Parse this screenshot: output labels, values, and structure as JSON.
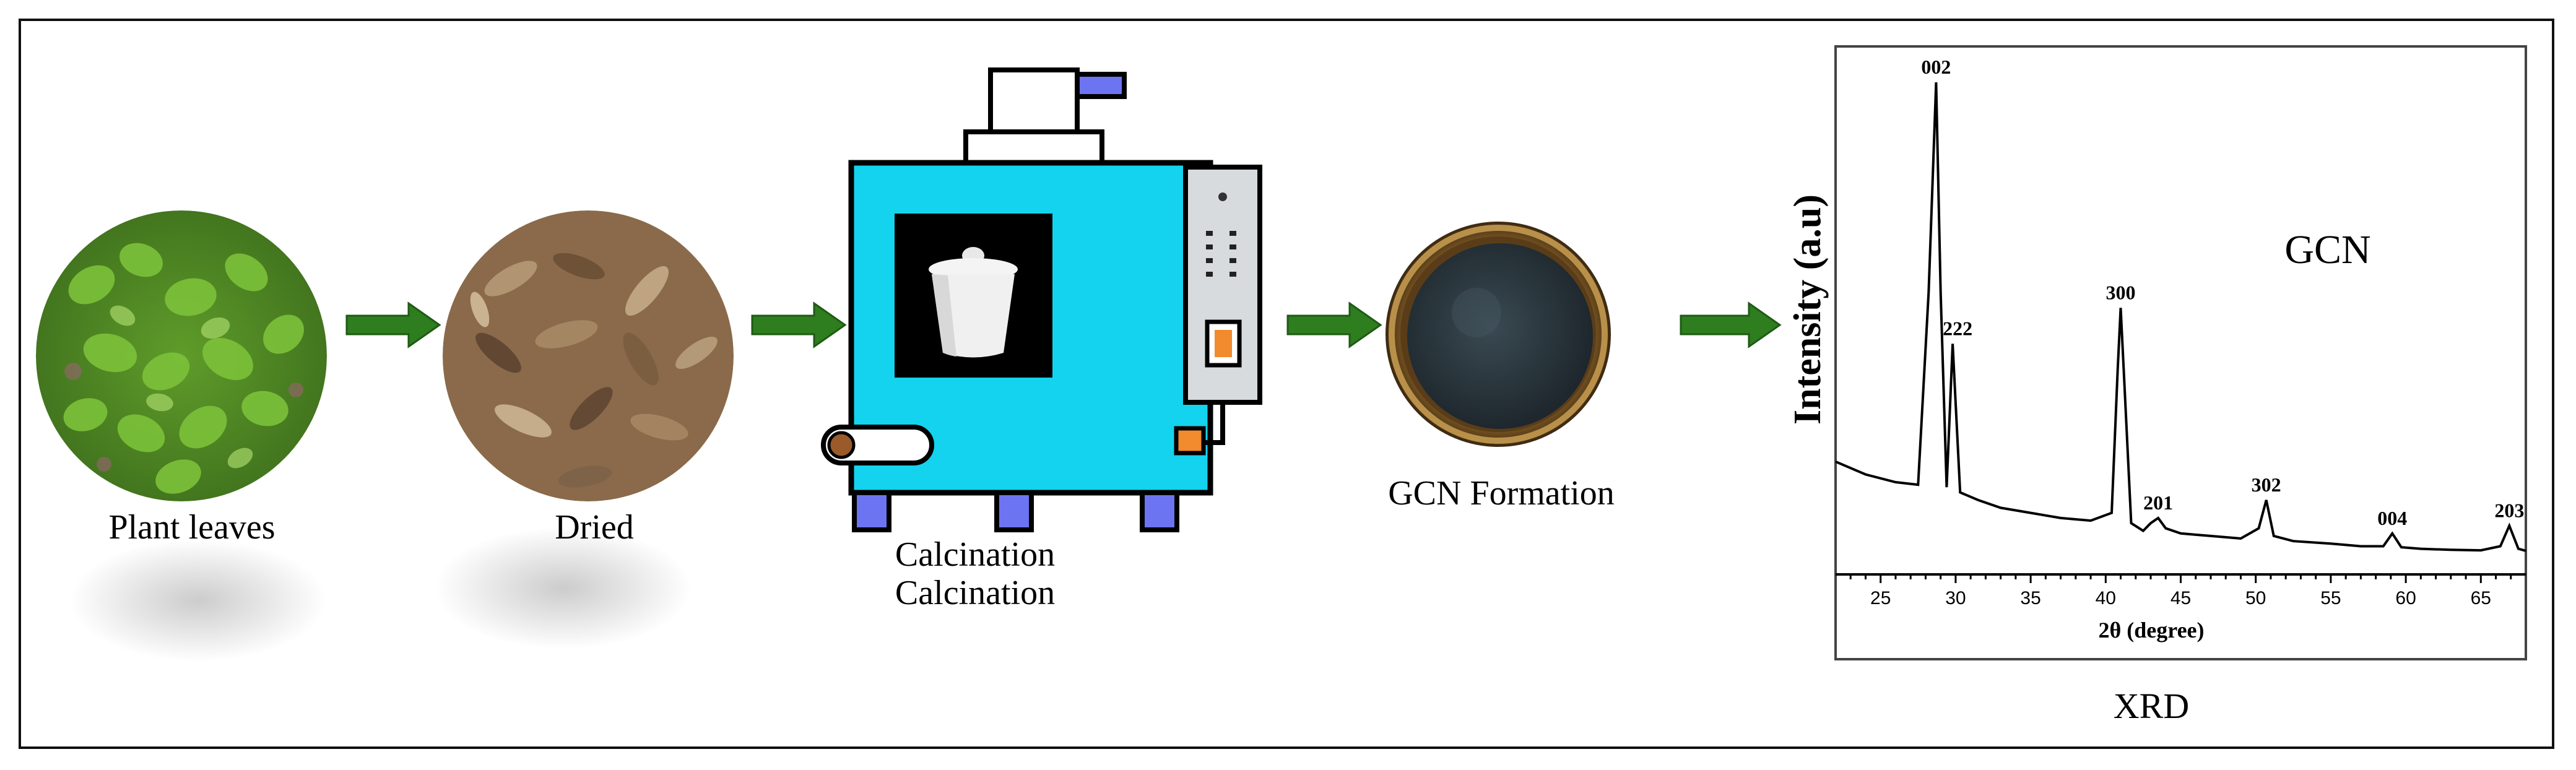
{
  "steps": {
    "leaves_label": "Plant leaves",
    "dried_label": "Dried",
    "calcination_label_1": "Calcination",
    "calcination_label_2": "Calcination",
    "gcn_label": "GCN  Formation",
    "xrd_label": "XRD"
  },
  "colors": {
    "arrow": "#2e7d1f",
    "furnace_body": "#13d3ee",
    "furnace_accent": "#6d74f2",
    "orange": "#f28a2e",
    "panel": "#d7dbde"
  },
  "icons": [
    "plant-leaves-photo",
    "dried-leaves-photo",
    "crucible-photo",
    "furnace-icon",
    "gcn-powder-photo"
  ],
  "chart_data": {
    "type": "line",
    "xlabel": "2θ (degree)",
    "ylabel": "Intensity (a.u)",
    "title": "",
    "annotation": "GCN",
    "xlim": [
      22,
      68
    ],
    "ylim": [
      0,
      100
    ],
    "xticks": [
      25,
      30,
      35,
      40,
      45,
      50,
      55,
      60,
      65
    ],
    "grid": false,
    "series": [
      {
        "x": [
          22,
          24,
          26,
          27.5,
          28.2,
          28.7,
          29.0,
          29.4,
          29.8,
          30.3,
          31.5,
          33,
          35,
          37,
          39,
          40.4,
          40.8,
          41.0,
          41.2,
          41.7,
          42.5,
          43.0,
          43.5,
          44.0,
          45,
          47,
          49,
          50.2,
          50.7,
          51.2,
          52.5,
          55,
          57,
          58.5,
          59.1,
          59.7,
          61,
          63,
          65,
          66.3,
          66.9,
          67.5,
          68
        ],
        "y": [
          22,
          19.5,
          18,
          17.5,
          55,
          96,
          55,
          17,
          45,
          16,
          14.5,
          13,
          12,
          11,
          10.5,
          12,
          40,
          52,
          40,
          10,
          8.5,
          10,
          11,
          9,
          8,
          7.5,
          7,
          9,
          14.5,
          7.5,
          6.5,
          6,
          5.5,
          5.5,
          8,
          5.3,
          5,
          4.8,
          4.7,
          5.5,
          9.5,
          5,
          4.6
        ]
      }
    ],
    "peaks": [
      {
        "label": "002",
        "x": 28.7,
        "y": 96
      },
      {
        "label": "222",
        "x": 29.8,
        "y": 45
      },
      {
        "label": "300",
        "x": 41.0,
        "y": 52
      },
      {
        "label": "201",
        "x": 43.5,
        "y": 11
      },
      {
        "label": "302",
        "x": 50.7,
        "y": 14.5
      },
      {
        "label": "004",
        "x": 59.1,
        "y": 8
      },
      {
        "label": "203",
        "x": 66.9,
        "y": 9.5
      }
    ]
  }
}
